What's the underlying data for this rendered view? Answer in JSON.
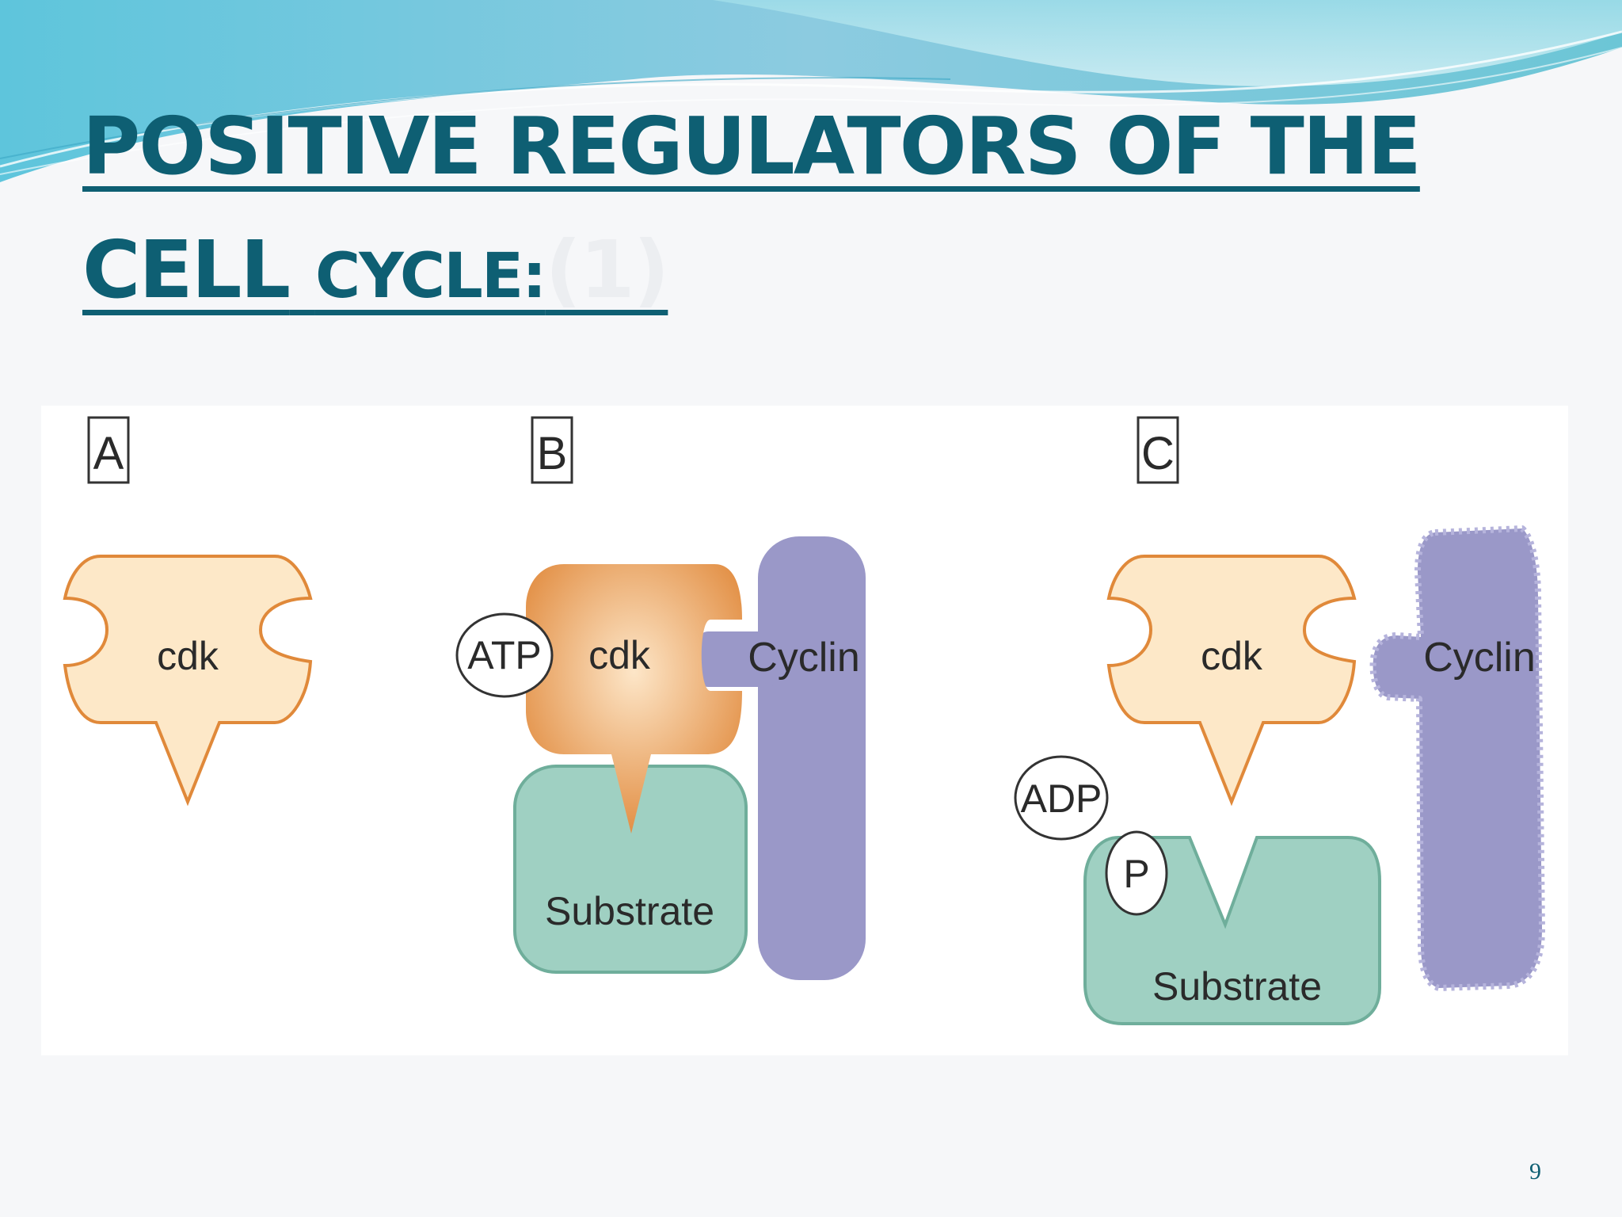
{
  "title": {
    "line1": "POSITIVE REGULATORS OF THE",
    "line2_large": "CELL",
    "line2_small": "CYCLE:",
    "ref": "(1)"
  },
  "figure": {
    "panels": {
      "a": {
        "label": "A",
        "cdk": "cdk"
      },
      "b": {
        "label": "B",
        "cdk": "cdk",
        "atp": "ATP",
        "cyclin": "Cyclin",
        "substrate": "Substrate"
      },
      "c": {
        "label": "C",
        "cdk": "cdk",
        "adp": "ADP",
        "phosphate": "P",
        "cyclin": "Cyclin",
        "substrate": "Substrate"
      }
    },
    "colors": {
      "cdk_fill": "#fde8c8",
      "cdk_outline": "#e0893a",
      "cyclin": "#9a98c8",
      "substrate": "#9fd0c2",
      "substrate_outline": "#6fae9b"
    }
  },
  "page_number": "9"
}
